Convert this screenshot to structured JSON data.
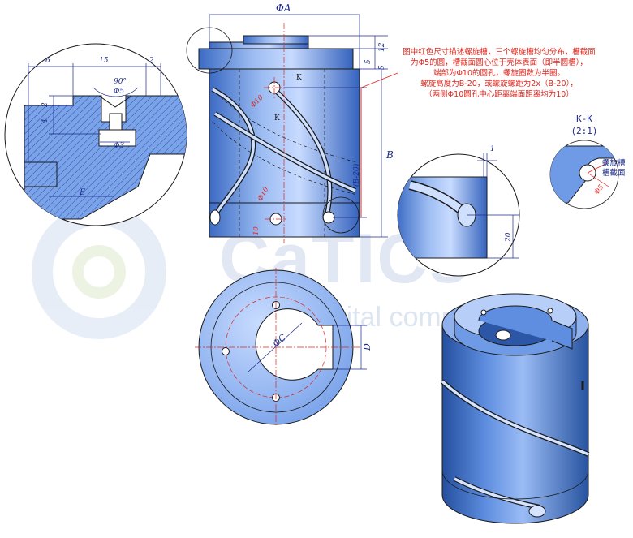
{
  "dims": {
    "phiA": "ΦA",
    "B": "B",
    "b_minus_20": "(B-20)",
    "d12": "12",
    "d5_top": "5",
    "d5_side": "5",
    "phi10_upper": "Φ10",
    "phi10_lower": "Φ10",
    "d10": "10",
    "k_top": "K",
    "k_bottom": "K",
    "d6": "6",
    "d15": "15",
    "d2_top": "2",
    "angle90": "90°",
    "phi5_detail": "Φ5",
    "d2_side": "2",
    "d4": "4",
    "phi3": "Φ3",
    "E": "E",
    "d1": "1",
    "d20": "20",
    "phiC": "ΦC",
    "D": "D",
    "phi5_kk": "Φ5"
  },
  "note": {
    "line1": "图中红色尺寸描述螺旋槽，三个螺旋槽均匀分布，槽截面",
    "line2": "为Φ5的圆，槽截面圆心位于壳体表面（即半圆槽），",
    "line3": "端部为Φ10的圆孔，螺旋圈数为半圈。",
    "line4": "螺旋高度为B-20，或螺旋螺距为2x（B-20），",
    "line5": "（两侧Φ10圆孔中心距离端面距离均为10）"
  },
  "section": {
    "title": "K-K",
    "scale": "(2:1)",
    "label_line1": "螺旋槽",
    "label_line2": "槽截面"
  },
  "watermark": {
    "brand": "CaTICs",
    "tagline": "CAD digital community"
  },
  "colors": {
    "part_fill": "#6f9be6",
    "part_light": "#c8dbff",
    "part_dark": "#2f5fb8",
    "outline": "#1a1a1a",
    "dimension": "#1b2a8a",
    "annotation_red": "#e0241b",
    "hatch_fill": "#6f9be6"
  }
}
